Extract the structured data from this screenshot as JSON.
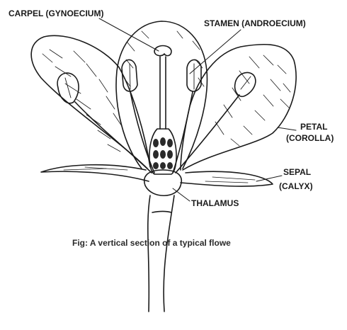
{
  "labels": {
    "carpel": "CARPEL (GYNOECIUM)",
    "stamen": "STAMEN (ANDROECIUM)",
    "petal_line1": "PETAL",
    "petal_line2": "(COROLLA)",
    "sepal_line1": "SEPAL",
    "sepal_line2": "(CALYX)",
    "thalamus": "THALAMUS"
  },
  "caption": "Fig: A vertical section of a typical flowe",
  "colors": {
    "ink": "#1a1a1a",
    "background": "#ffffff",
    "ovule_fill": "#2a2a2a"
  }
}
